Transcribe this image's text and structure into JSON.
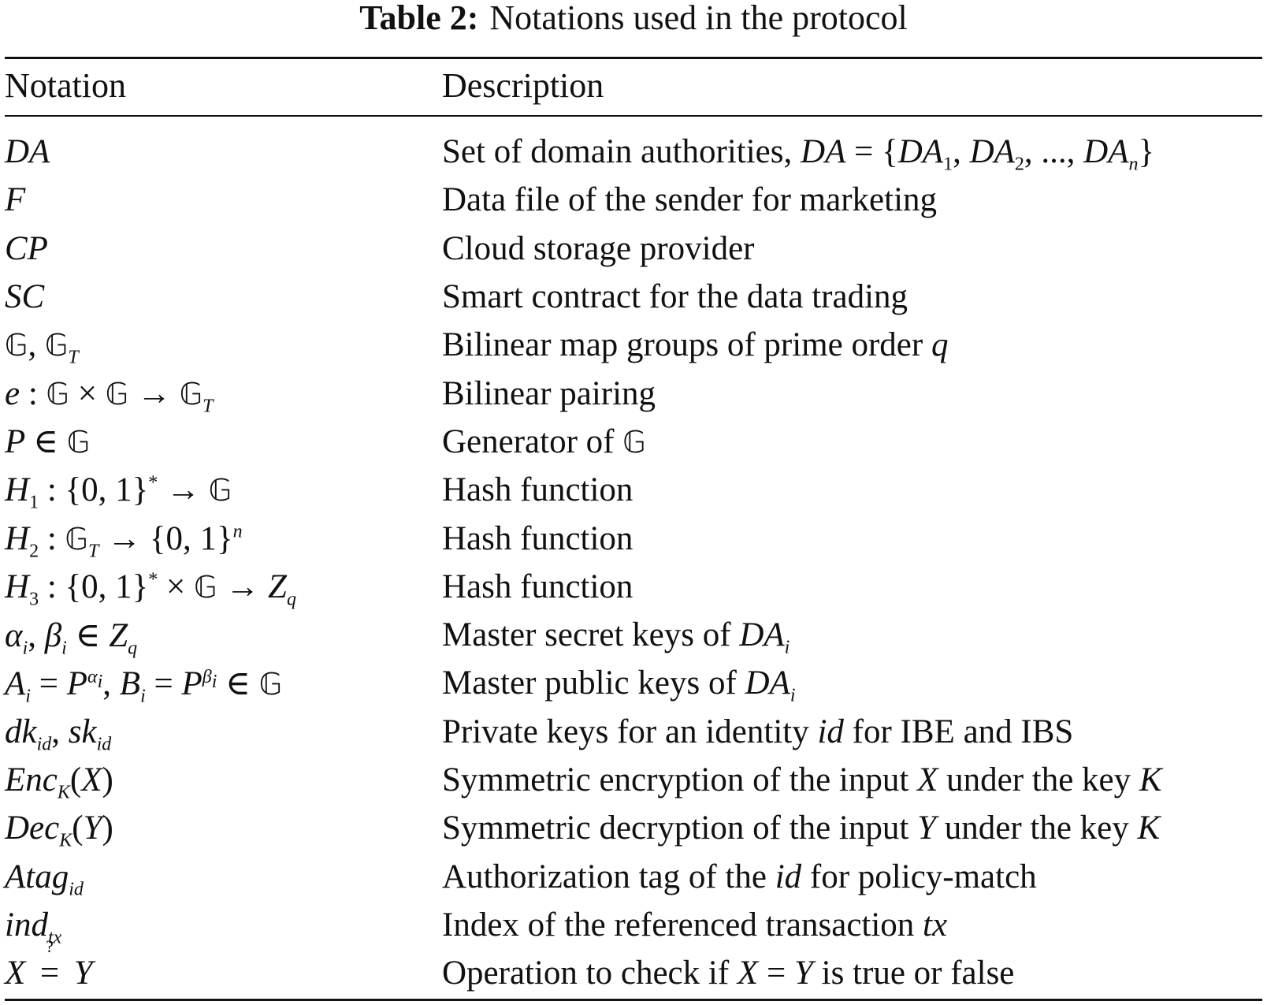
{
  "caption": {
    "label": "Table 2:",
    "text": "Notations used in the protocol"
  },
  "header": {
    "notation": "Notation",
    "description": "Description"
  },
  "rows": [
    {
      "notation": "DA",
      "description": "Set of domain authorities, DA = {DA1, DA2, ..., DAn}"
    },
    {
      "notation": "F",
      "description": "Data file of the sender for marketing"
    },
    {
      "notation": "CP",
      "description": "Cloud storage provider"
    },
    {
      "notation": "SC",
      "description": "Smart contract for the data trading"
    },
    {
      "notation": "𝔾, 𝔾T",
      "description": "Bilinear map groups of prime order q"
    },
    {
      "notation": "e : 𝔾 × 𝔾 → 𝔾T",
      "description": "Bilinear pairing"
    },
    {
      "notation": "P ∈ 𝔾",
      "description": "Generator of 𝔾"
    },
    {
      "notation": "H1 : {0, 1}* → 𝔾",
      "description": "Hash function"
    },
    {
      "notation": "H2 : 𝔾T → {0, 1}n",
      "description": "Hash function"
    },
    {
      "notation": "H3 : {0, 1}* × 𝔾 → Zq",
      "description": "Hash function"
    },
    {
      "notation": "αi, βi ∈ Zq",
      "description": "Master secret keys of DAi"
    },
    {
      "notation": "Ai = P^αi, Bi = P^βi ∈ 𝔾",
      "description": "Master public keys of DAi"
    },
    {
      "notation": "dkid, skid",
      "description": "Private keys for an identity id for IBE and IBS"
    },
    {
      "notation": "EncK(X)",
      "description": "Symmetric encryption of the input X under the key K"
    },
    {
      "notation": "DecK(Y)",
      "description": "Symmetric decryption of the input Y under the key K"
    },
    {
      "notation": "Atagid",
      "description": "Authorization tag of the id for policy-match"
    },
    {
      "notation": "indtx",
      "description": "Index of the referenced transaction tx"
    },
    {
      "notation": "X ≟ Y",
      "description": "Operation to check if X = Y is true or false"
    }
  ]
}
